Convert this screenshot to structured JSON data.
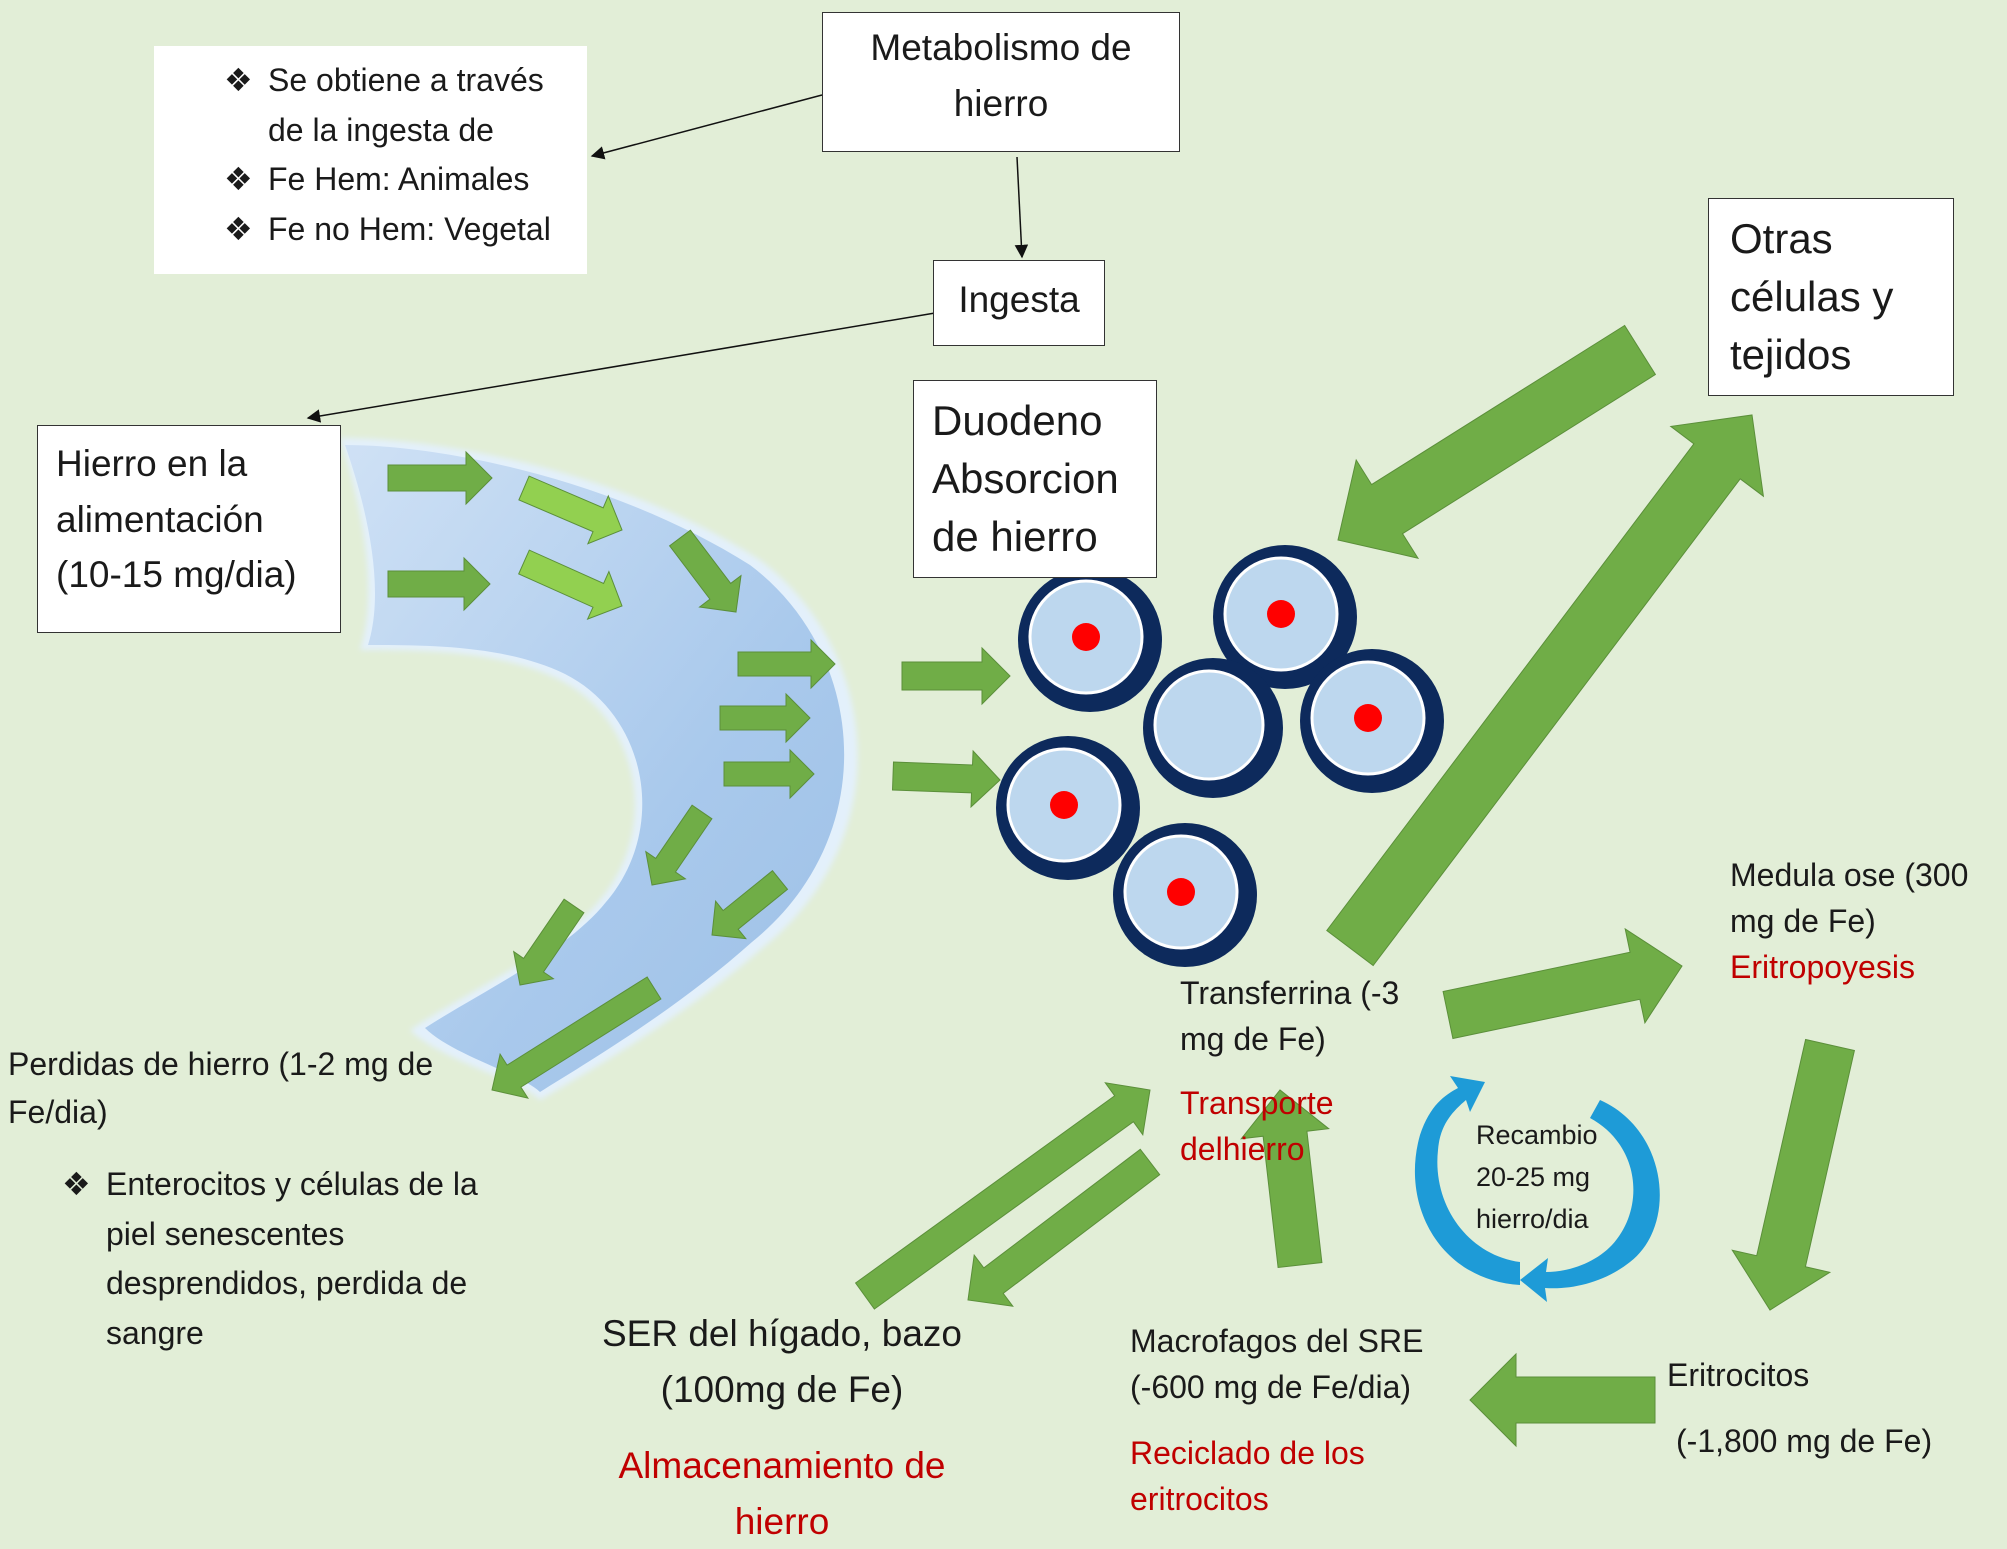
{
  "boxes": {
    "metabolismo": "Metabolismo de hierro",
    "ingesta": "Ingesta",
    "hierro_alimentacion": "Hierro en la alimentación (10-15 mg/dia)",
    "duodeno": "Duodeno Absorcion de hierro",
    "otras_celulas": "Otras células y tejidos"
  },
  "sources_list": {
    "bullet": "❖",
    "items": [
      "Se obtiene a través de la ingesta de",
      "Fe Hem: Animales",
      "Fe no Hem: Vegetal"
    ]
  },
  "losses": {
    "title": "Perdidas de hierro (1-2 mg de Fe/dia)",
    "items": [
      "Enterocitos y células de la piel senescentes desprendidos, perdida de sangre"
    ]
  },
  "medula": {
    "label": "Medula ose (300 mg de Fe)",
    "role": "Eritropoyesis"
  },
  "transferrina": {
    "label": "Transferrina (-3 mg de Fe)",
    "role": "Transporte delhierro"
  },
  "recambio": "Recambio 20-25 mg hierro/dia",
  "ser": {
    "label": "SER del hígado, bazo (100mg de Fe)",
    "role": "Almacenamiento de hierro"
  },
  "macrofagos": {
    "label": "Macrofagos del SRE (-600 mg de Fe/dia)",
    "role": "Reciclado de los eritrocitos"
  },
  "eritrocitos": {
    "label": "Eritrocitos",
    "amount": "(-1,800 mg de Fe)"
  },
  "colors": {
    "background": "#e2eed7",
    "arrow_green": "#70ad47",
    "arrow_light": "#92d050",
    "cell_dark": "#0d2a5c",
    "cell_light": "#bdd7ee",
    "nucleus": "#ff0000",
    "cycle_blue": "#1e9bd7",
    "role_red": "#c00000"
  }
}
